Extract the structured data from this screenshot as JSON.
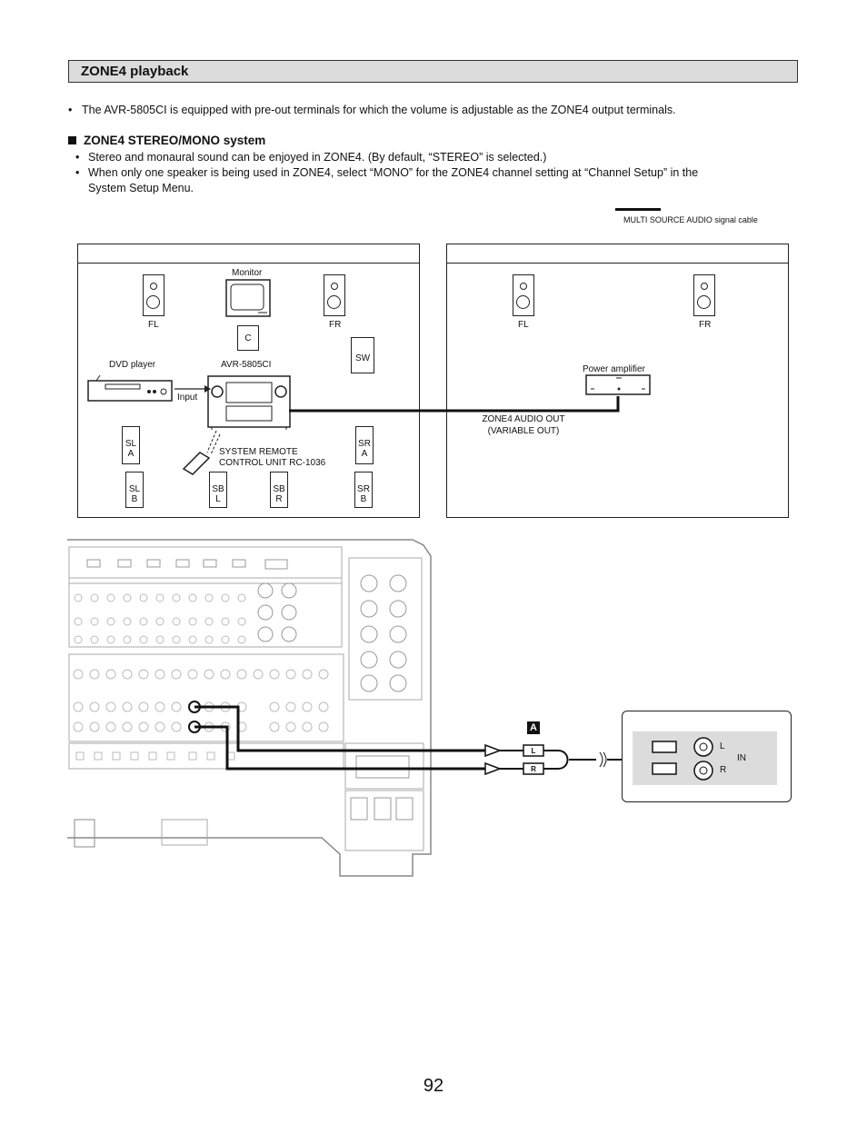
{
  "header": {
    "title": "ZONE4 playback"
  },
  "intro": {
    "bullet": "•",
    "text": "The AVR-5805CI is equipped with pre-out terminals for which the volume is adjustable as the ZONE4 output terminals."
  },
  "subsection": {
    "title": "ZONE4 STEREO/MONO system",
    "bullets": [
      "Stereo and monaural sound can be enjoyed in ZONE4. (By default, “STEREO” is selected.)",
      "When only one speaker is being used in ZONE4, select “MONO” for the ZONE4 channel setting at “Channel Setup” in the",
      "System Setup Menu."
    ]
  },
  "legend": {
    "label": "MULTI SOURCE AUDIO signal cable"
  },
  "left_panel": {
    "monitor": "Monitor",
    "fl": "FL",
    "fr": "FR",
    "center": "C",
    "sw": "SW",
    "dvd": "DVD player",
    "avr": "AVR-5805CI",
    "input": "Input",
    "sla": "SL\nA",
    "sra": "SR\nA",
    "slb": "SL\nB",
    "sbl": "SB\nL",
    "sbr": "SB\nR",
    "srb": "SR\nB",
    "remote_line1": "SYSTEM REMOTE",
    "remote_line2": "CONTROL UNIT RC-1036"
  },
  "right_panel": {
    "fl": "FL",
    "fr": "FR",
    "amp": "Power amplifier",
    "zone_out_line1": "ZONE4 AUDIO OUT",
    "zone_out_line2": "(VARIABLE OUT)"
  },
  "connection": {
    "badge": "A",
    "l": "L",
    "r": "R",
    "in": "IN",
    "plug_l": "L",
    "plug_r": "R"
  },
  "page_number": "92"
}
